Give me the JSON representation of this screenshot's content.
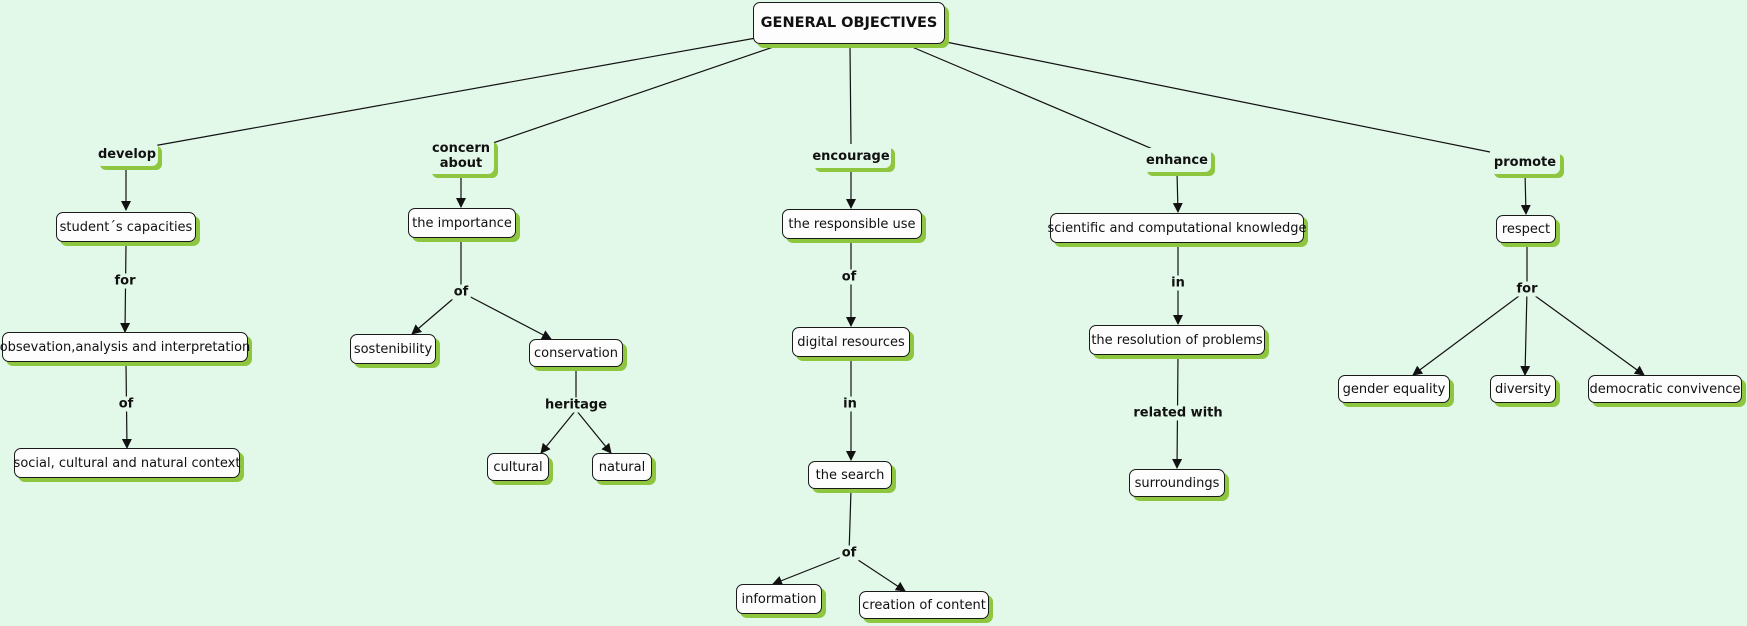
{
  "root": {
    "label": "GENERAL OBJECTIVES"
  },
  "branches": [
    {
      "verb": "develop",
      "concepts": [
        "student´s capacities",
        "obsevation,analysis and interpretation",
        "social, cultural and natural context"
      ],
      "links": [
        "for",
        "of"
      ]
    },
    {
      "verb": "concern about",
      "concepts": [
        "the importance",
        "sostenibility",
        "conservation",
        "cultural",
        "natural"
      ],
      "links": [
        "of",
        "heritage"
      ]
    },
    {
      "verb": "encourage",
      "concepts": [
        "the responsible use",
        "digital resources",
        "the search",
        "information",
        "creation of content"
      ],
      "links": [
        "of",
        "in",
        "of"
      ]
    },
    {
      "verb": "enhance",
      "concepts": [
        "scientific and computational knowledge",
        "the resolution of problems",
        "surroundings"
      ],
      "links": [
        "in",
        "related with"
      ]
    },
    {
      "verb": "promote",
      "concepts": [
        "respect",
        "gender equality",
        "diversity",
        "democratic convivence"
      ],
      "links": [
        "for"
      ]
    }
  ],
  "colors": {
    "background": "#e2f8e9",
    "shadow": "#8ec63f",
    "line": "#111111"
  }
}
